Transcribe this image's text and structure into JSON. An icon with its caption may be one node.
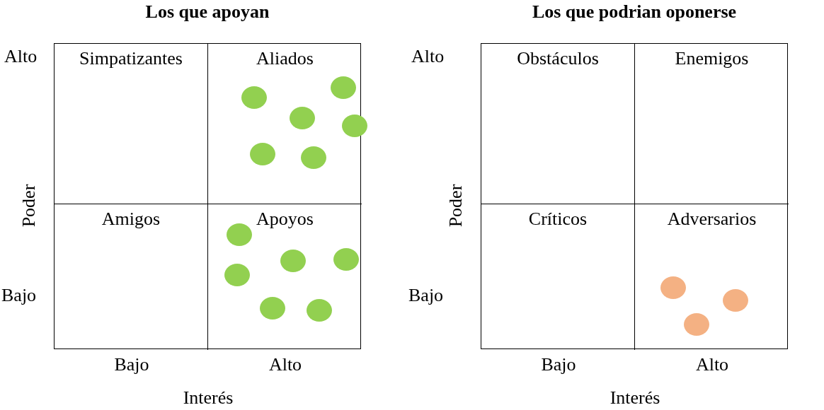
{
  "diagram": {
    "nodes": [
      {
        "text": [
          "Los que apoyan"
        ],
        "beside": [
          "Alto",
          "Poder",
          "Bajo",
          "Bajo",
          "Alto",
          "Interés"
        ]
      },
      {
        "text": [
          "Simpatizantes"
        ],
        "in": 0
      },
      {
        "text": [
          "Aliados"
        ],
        "in": 0
      },
      {
        "text": [
          "Amigos"
        ],
        "in": 0
      },
      {
        "text": [
          "Apoyos"
        ],
        "in": 0
      },
      {
        "text": [],
        "shape": "circle",
        "in": 2
      },
      {
        "text": [],
        "shape": "circle",
        "in": 2
      },
      {
        "text": [],
        "shape": "circle",
        "in": 2
      },
      {
        "text": [],
        "shape": "circle",
        "in": 2
      },
      {
        "text": [],
        "shape": "circle",
        "in": 2
      },
      {
        "text": [],
        "shape": "circle",
        "in": 2
      },
      {
        "text": [],
        "shape": "circle",
        "in": 4
      },
      {
        "text": [],
        "shape": "circle",
        "in": 4
      },
      {
        "text": [],
        "shape": "circle",
        "in": 4
      },
      {
        "text": [],
        "shape": "circle",
        "in": 4
      },
      {
        "text": [],
        "shape": "circle",
        "in": 4
      },
      {
        "text": [],
        "shape": "circle",
        "in": 4
      },
      {
        "text": [
          "Los que podrian oponerse"
        ],
        "beside": [
          "Alto",
          "Poder",
          "Bajo",
          "Bajo",
          "Alto",
          "Interés"
        ]
      },
      {
        "text": [
          "Obstáculos"
        ],
        "in": 17
      },
      {
        "text": [
          "Enemigos"
        ],
        "in": 17
      },
      {
        "text": [
          "Críticos"
        ],
        "in": 17
      },
      {
        "text": [
          "Adversarios"
        ],
        "in": 17
      },
      {
        "text": [],
        "shape": "circle",
        "in": 21
      },
      {
        "text": [],
        "shape": "circle",
        "in": 21
      },
      {
        "text": [],
        "shape": "circle",
        "in": 21
      }
    ]
  }
}
